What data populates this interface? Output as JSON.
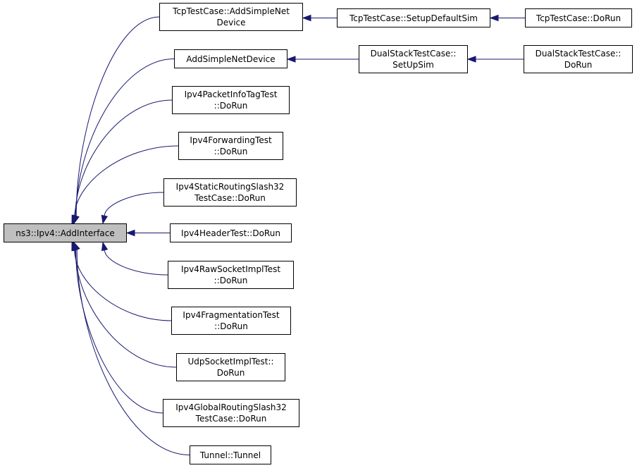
{
  "colors": {
    "edge": "#191970",
    "root_fill": "#bfbfbf",
    "node_fill": "#ffffff",
    "border": "#000000"
  },
  "nodes": {
    "root": "ns3::Ipv4::AddInterface",
    "tcp_add": "TcpTestCase::AddSimpleNet\nDevice",
    "tcp_setup": "TcpTestCase::SetupDefaultSim",
    "tcp_dorun": "TcpTestCase::DoRun",
    "add_simple": "AddSimpleNetDevice",
    "ds_setup": "DualStackTestCase::\nSetUpSim",
    "ds_dorun": "DualStackTestCase::\nDoRun",
    "pkt_info": "Ipv4PacketInfoTagTest\n::DoRun",
    "fwd": "Ipv4ForwardingTest\n::DoRun",
    "static32": "Ipv4StaticRoutingSlash32\nTestCase::DoRun",
    "header": "Ipv4HeaderTest::DoRun",
    "raw": "Ipv4RawSocketImplTest\n::DoRun",
    "frag": "Ipv4FragmentationTest\n::DoRun",
    "udp": "UdpSocketImplTest::\nDoRun",
    "global32": "Ipv4GlobalRoutingSlash32\nTestCase::DoRun",
    "tunnel": "Tunnel::Tunnel"
  },
  "edges": [
    {
      "from": "tcp_add",
      "to": "root"
    },
    {
      "from": "add_simple",
      "to": "root"
    },
    {
      "from": "pkt_info",
      "to": "root"
    },
    {
      "from": "fwd",
      "to": "root"
    },
    {
      "from": "static32",
      "to": "root"
    },
    {
      "from": "header",
      "to": "root"
    },
    {
      "from": "raw",
      "to": "root"
    },
    {
      "from": "frag",
      "to": "root"
    },
    {
      "from": "udp",
      "to": "root"
    },
    {
      "from": "global32",
      "to": "root"
    },
    {
      "from": "tunnel",
      "to": "root"
    },
    {
      "from": "tcp_setup",
      "to": "tcp_add"
    },
    {
      "from": "tcp_dorun",
      "to": "tcp_setup"
    },
    {
      "from": "ds_setup",
      "to": "add_simple"
    },
    {
      "from": "ds_dorun",
      "to": "ds_setup"
    }
  ]
}
